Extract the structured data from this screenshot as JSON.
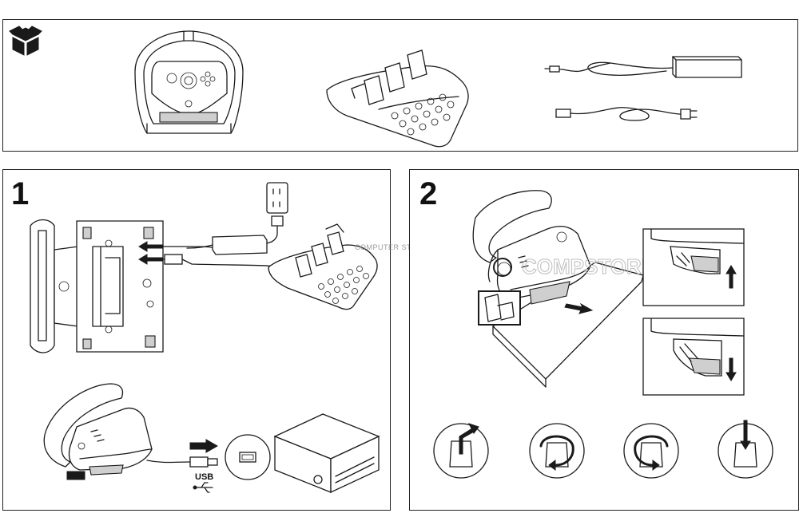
{
  "steps": {
    "one": "1",
    "two": "2"
  },
  "labels": {
    "usb": "USB"
  },
  "watermark": {
    "line1": "COMPUTER STORE IN AZERBA",
    "line2": "COMPSTORE"
  },
  "icons": {
    "box": "box-icon",
    "wheel": "steering-wheel-icon",
    "pedals": "pedals-icon",
    "power_adapter": "power-adapter-icon",
    "power_cord": "power-cord-icon",
    "outlet": "wall-outlet-icon",
    "computer": "computer-icon",
    "usb_port": "usb-port-icon",
    "usb_symbol": "usb-symbol-icon",
    "clamp_up": "clamp-up-icon",
    "clamp_down": "clamp-down-icon",
    "knob": "clamp-knob-icon"
  }
}
